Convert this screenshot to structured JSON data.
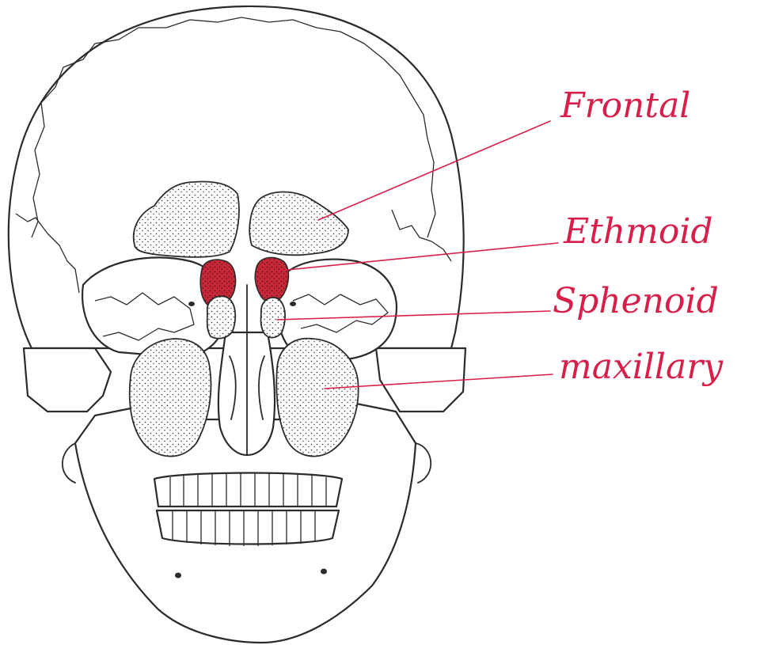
{
  "labels": [
    {
      "id": "frontal",
      "text": "Frontal"
    },
    {
      "id": "ethmoid",
      "text": "Ethmoid"
    },
    {
      "id": "sphenoid",
      "text": "Sphenoid"
    },
    {
      "id": "maxillary",
      "text": "maxillary"
    }
  ],
  "colors": {
    "annotation": "#d81f4a",
    "line_art": "#2b2b2b",
    "highlight": "#c8283a"
  }
}
